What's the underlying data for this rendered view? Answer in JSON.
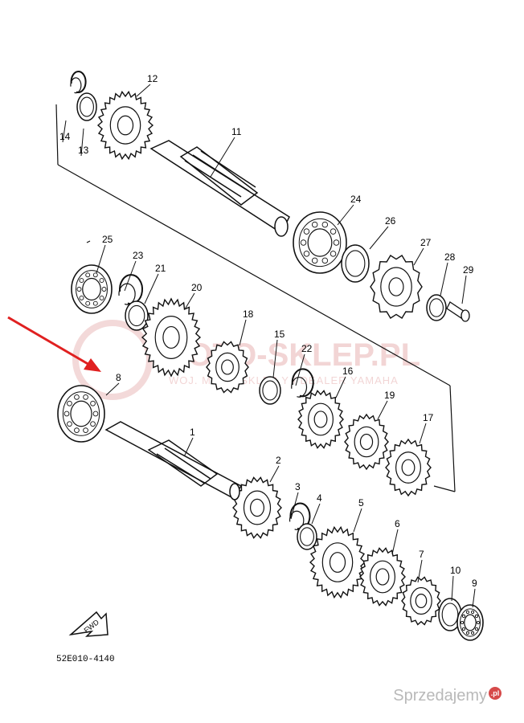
{
  "diagram": {
    "code": "52E010-4140",
    "fwd_label": "FWD",
    "part_numbers": [
      "1",
      "2",
      "3",
      "4",
      "5",
      "6",
      "7",
      "8",
      "9",
      "10",
      "11",
      "12",
      "13",
      "14",
      "15",
      "16",
      "17",
      "18",
      "19",
      "20",
      "21",
      "22",
      "23",
      "24",
      "25",
      "26",
      "27",
      "28",
      "29"
    ]
  },
  "watermark": {
    "main": "MOTO-SKLEP.PL",
    "sub": "WOJ. MOTO-SKLEP Y I DEALER YAMAHA"
  },
  "brand": {
    "text": "Sprzedajemy",
    "badge": ".pl"
  },
  "colors": {
    "arrow": "#e02020",
    "ink": "#111111",
    "watermark": "#e8b4b4"
  }
}
